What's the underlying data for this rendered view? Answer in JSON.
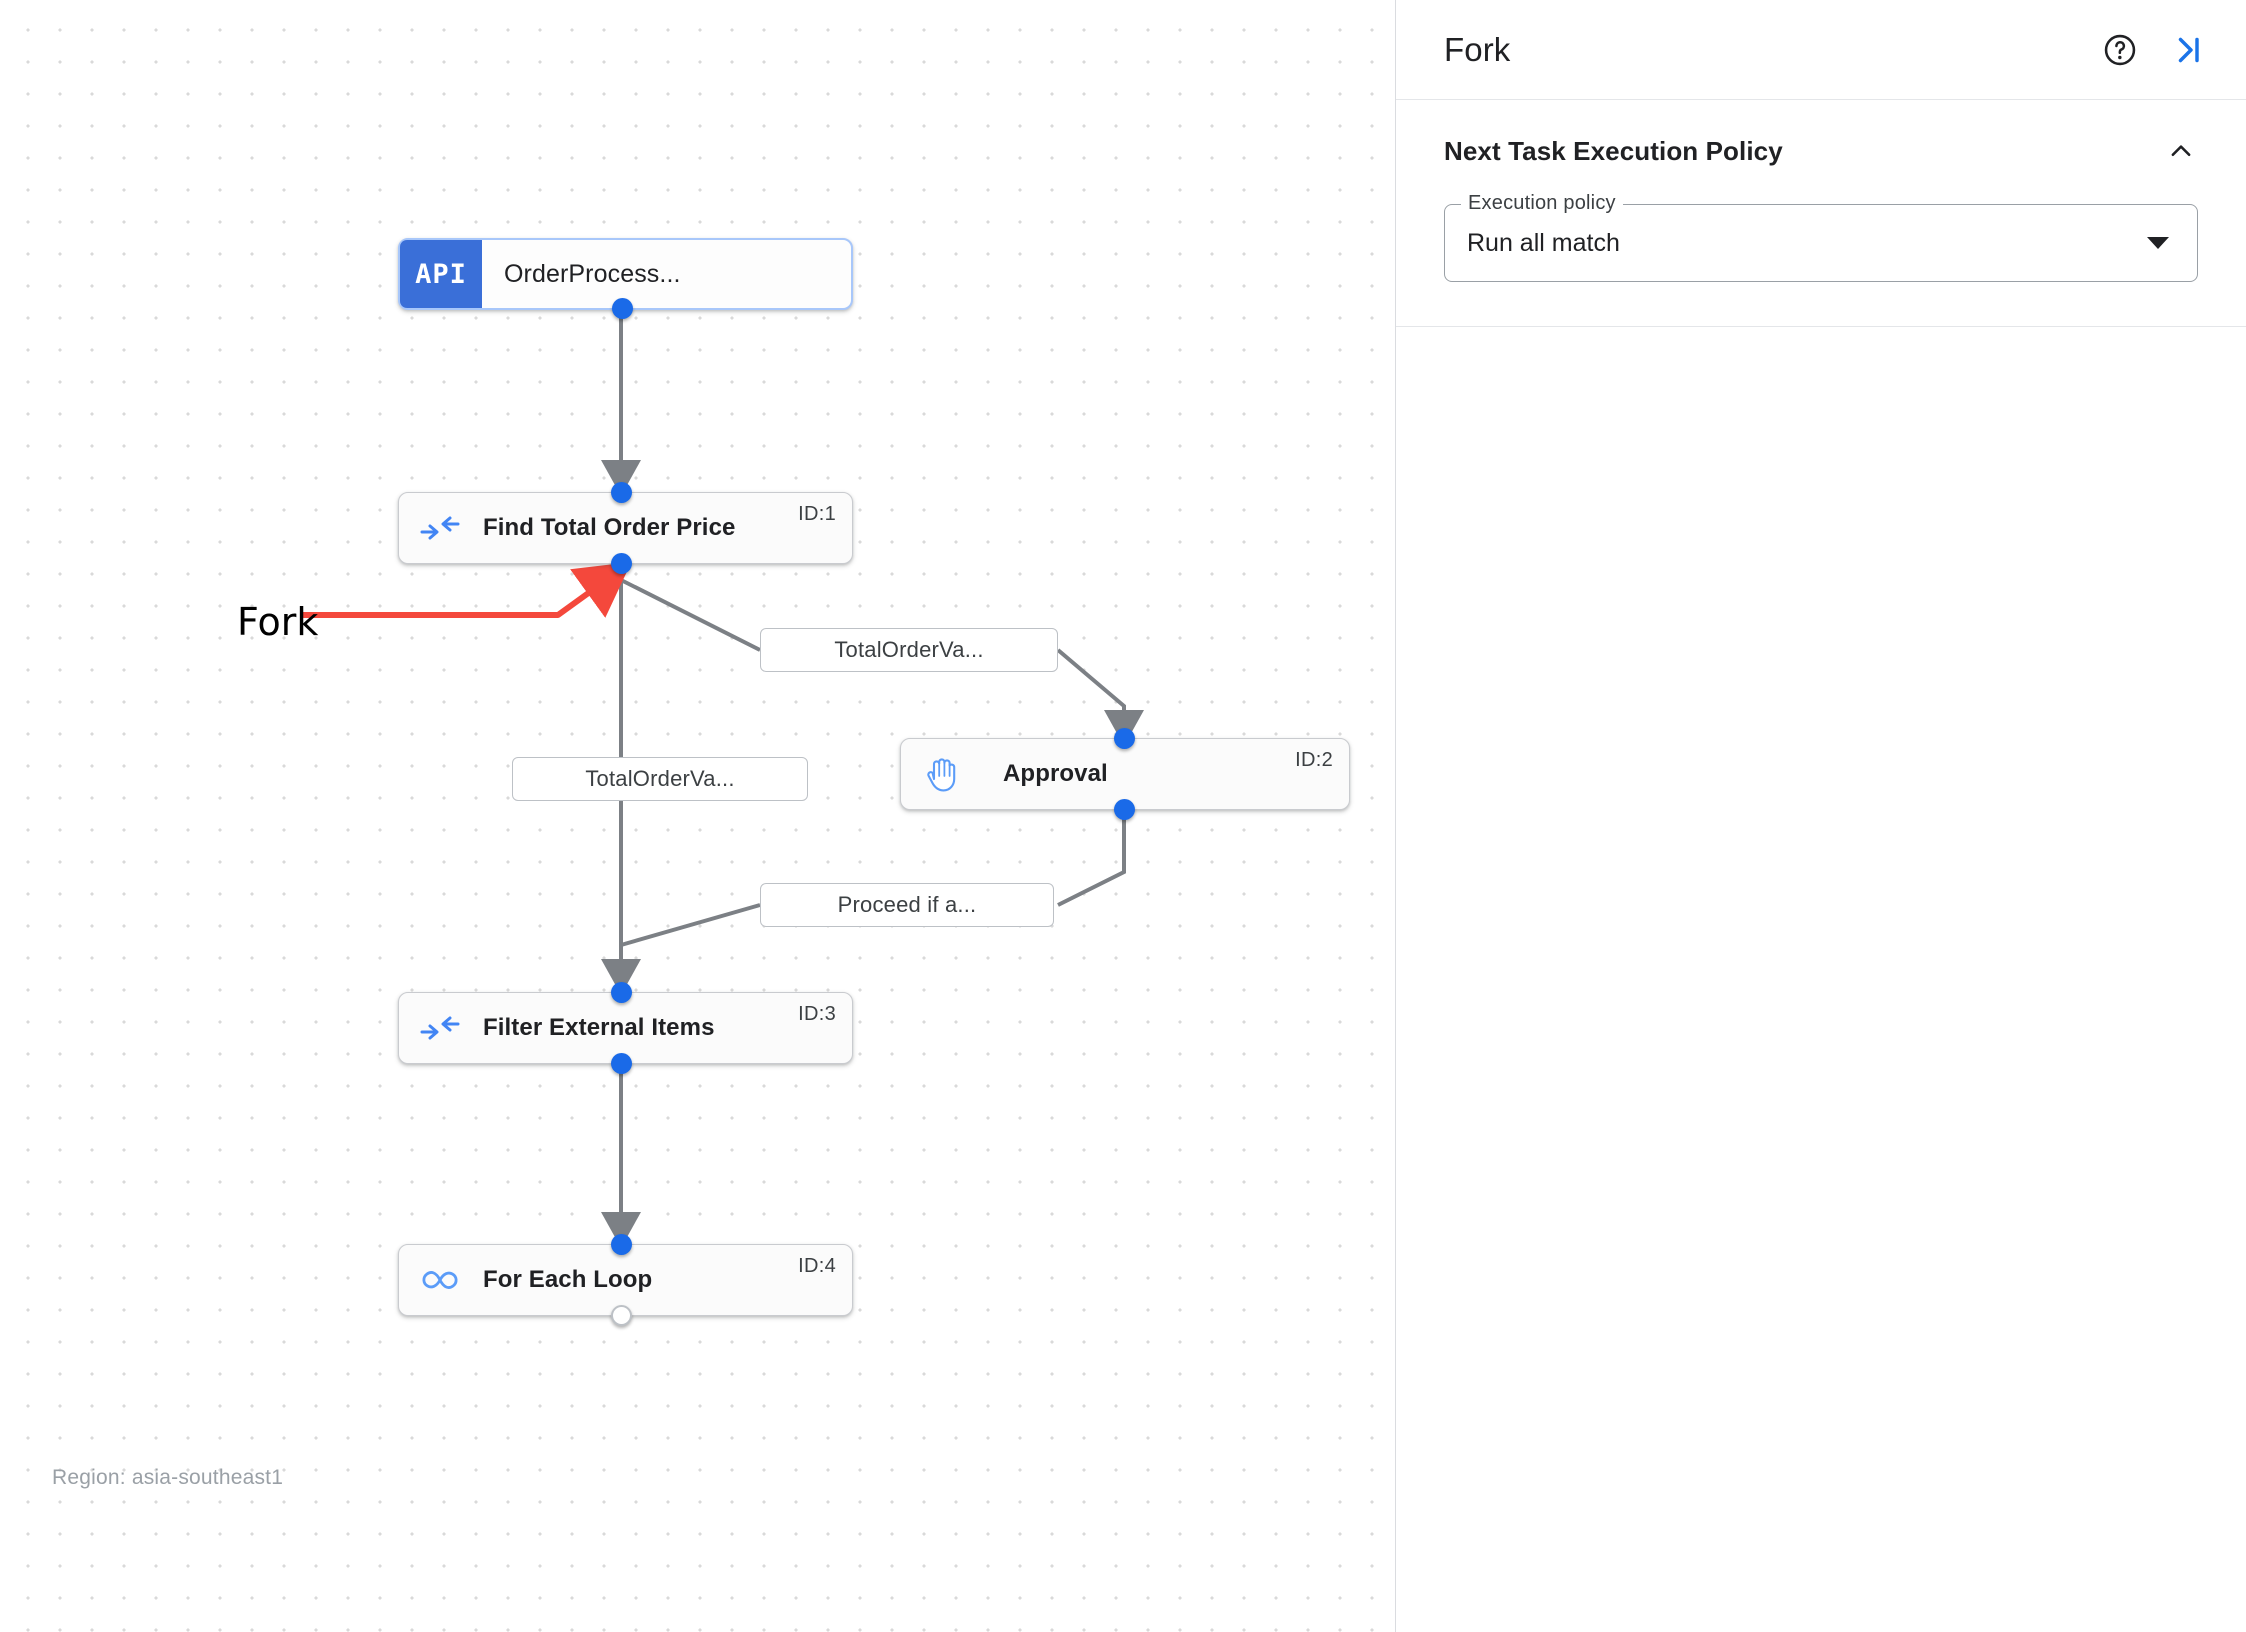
{
  "canvas": {
    "region_label": "Region: asia-southeast1",
    "annotation": {
      "label": "Fork",
      "color": "#f4483c"
    },
    "nodes": [
      {
        "id": "trigger",
        "badge": "API",
        "label": "OrderProcess...",
        "id_tag": "",
        "icon": "api-badge-icon"
      },
      {
        "id": "1",
        "label": "Find Total Order Price",
        "id_tag": "ID:1",
        "icon": "merge-arrows-icon"
      },
      {
        "id": "2",
        "label": "Approval",
        "id_tag": "ID:2",
        "icon": "raised-hand-icon"
      },
      {
        "id": "3",
        "label": "Filter External Items",
        "id_tag": "ID:3",
        "icon": "merge-arrows-icon"
      },
      {
        "id": "4",
        "label": "For Each Loop",
        "id_tag": "ID:4",
        "icon": "infinity-icon"
      }
    ],
    "edge_labels": [
      {
        "id": "a",
        "text": "TotalOrderVa..."
      },
      {
        "id": "b",
        "text": "TotalOrderVa..."
      },
      {
        "id": "c",
        "text": "Proceed if a..."
      }
    ],
    "colors": {
      "node_accent": "#3a6fd8",
      "connector_dot": "#1a6ae8",
      "wire": "#7c8085",
      "selected_border": "#a8c7fa"
    }
  },
  "panel": {
    "title": "Fork",
    "help_icon": "help-circle-icon",
    "collapse_icon": "collapse-panel-right-icon",
    "section": {
      "title": "Next Task Execution Policy",
      "chevron_icon": "chevron-up-icon",
      "field": {
        "legend": "Execution policy",
        "value": "Run all match",
        "caret_icon": "chevron-down-icon"
      }
    }
  }
}
